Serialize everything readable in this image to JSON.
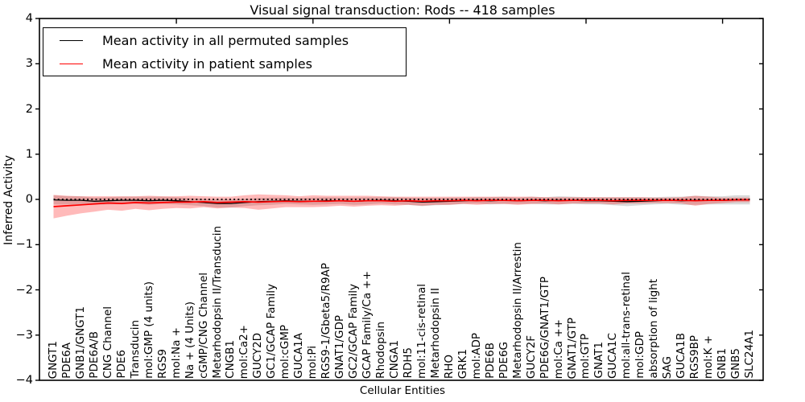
{
  "figure": {
    "title": "Visual signal transduction: Rods -- 418 samples",
    "xlabel": "Cellular Entities",
    "ylabel": "Inferred Activity"
  },
  "legend": {
    "entries": [
      {
        "label": "Mean activity in all permuted samples",
        "color": "#000000"
      },
      {
        "label": "Mean activity in patient samples",
        "color": "#ff0000"
      }
    ]
  },
  "colors": {
    "permuted_line": "#000000",
    "patient_line": "#ff0000",
    "permuted_band": "rgba(0,0,0,0.15)",
    "patient_band": "rgba(255,0,0,0.27)",
    "zero_line": "#000000",
    "axis": "#000000"
  },
  "chart_data": {
    "type": "line",
    "title": "Visual signal transduction: Rods -- 418 samples",
    "xlabel": "Cellular Entities",
    "ylabel": "Inferred Activity",
    "ylim": [
      -4,
      4
    ],
    "yticks": {
      "values": [
        4,
        3,
        2,
        1,
        0,
        -1,
        -2,
        -3,
        -4
      ],
      "labels": [
        "4",
        "3",
        "2",
        "1",
        "0",
        "−1",
        "−2",
        "−3",
        "−4"
      ]
    },
    "xticks_top_positions": [
      10,
      20,
      30,
      40,
      50
    ],
    "grid": false,
    "legend_position": "upper left",
    "zero_reference_line": {
      "y": 0,
      "style": "dotted",
      "color": "#000000"
    },
    "categories": [
      "GNGT1",
      "PDE6A",
      "GNB1/GNGT1",
      "PDE6A/B",
      "CNG Channel",
      "PDE6",
      "Transducin",
      "mol:GMP (4 units)",
      "RGS9",
      "mol:Na +",
      "Na + (4 Units)",
      "cGMP/CNG Channel",
      "Metarhodopsin II/Transducin",
      "CNGB1",
      "mol:Ca2+",
      "GUCY2D",
      "GC1/GCAP Family",
      "mol:cGMP",
      "GUCA1A",
      "mol:Pi",
      "RGS9-1/Gbeta5/R9AP",
      "GNAT1/GDP",
      "GC2/GCAP Family",
      "GCAP Family/Ca ++",
      "Rhodopsin",
      "CNGA1",
      "RDH5",
      "mol:11-cis-retinal",
      "Metarhodopsin II",
      "RHO",
      "GRK1",
      "mol:ADP",
      "PDE6B",
      "PDE6G",
      "Metarhodopsin II/Arrestin",
      "GUCY2F",
      "PDE6G/GNAT1/GTP",
      "mol:Ca ++",
      "GNAT1/GTP",
      "mol:GTP",
      "GNAT1",
      "GUCA1C",
      "mol:all-trans-retinal",
      "mol:GDP",
      "absorption of light",
      "SAG",
      "GUCA1B",
      "RGS9BP",
      "mol:K +",
      "GNB1",
      "GNB5",
      "SLC24A1"
    ],
    "series": [
      {
        "name": "Mean activity in all permuted samples",
        "color": "#000000",
        "values": [
          -0.01,
          -0.02,
          -0.02,
          -0.04,
          -0.03,
          -0.02,
          -0.02,
          -0.03,
          -0.02,
          -0.03,
          -0.05,
          -0.07,
          -0.09,
          -0.09,
          -0.07,
          -0.05,
          -0.04,
          -0.03,
          -0.04,
          -0.04,
          -0.03,
          -0.03,
          -0.04,
          -0.03,
          -0.02,
          -0.03,
          -0.04,
          -0.06,
          -0.05,
          -0.04,
          -0.03,
          -0.02,
          -0.03,
          -0.02,
          -0.03,
          -0.02,
          -0.03,
          -0.02,
          -0.02,
          -0.03,
          -0.03,
          -0.04,
          -0.05,
          -0.04,
          -0.03,
          -0.02,
          -0.03,
          -0.02,
          -0.02,
          -0.02,
          -0.01,
          -0.01
        ],
        "band_halfwidth": [
          0.1,
          0.09,
          0.09,
          0.08,
          0.08,
          0.08,
          0.08,
          0.09,
          0.08,
          0.08,
          0.08,
          0.08,
          0.09,
          0.09,
          0.08,
          0.08,
          0.08,
          0.07,
          0.07,
          0.08,
          0.08,
          0.07,
          0.08,
          0.08,
          0.07,
          0.08,
          0.08,
          0.09,
          0.08,
          0.08,
          0.07,
          0.07,
          0.08,
          0.08,
          0.07,
          0.08,
          0.08,
          0.09,
          0.08,
          0.08,
          0.08,
          0.09,
          0.1,
          0.09,
          0.08,
          0.08,
          0.09,
          0.1,
          0.09,
          0.09,
          0.1,
          0.1
        ]
      },
      {
        "name": "Mean activity in patient samples",
        "color": "#ff0000",
        "values": [
          -0.16,
          -0.14,
          -0.12,
          -0.1,
          -0.08,
          -0.09,
          -0.07,
          -0.08,
          -0.07,
          -0.06,
          -0.06,
          -0.05,
          -0.07,
          -0.06,
          -0.05,
          -0.06,
          -0.05,
          -0.04,
          -0.05,
          -0.04,
          -0.04,
          -0.03,
          -0.04,
          -0.03,
          -0.03,
          -0.04,
          -0.03,
          -0.04,
          -0.03,
          -0.03,
          -0.02,
          -0.03,
          -0.02,
          -0.02,
          -0.03,
          -0.02,
          -0.02,
          -0.03,
          -0.02,
          -0.02,
          -0.02,
          -0.03,
          -0.02,
          -0.02,
          -0.02,
          -0.02,
          -0.02,
          -0.03,
          -0.02,
          -0.02,
          -0.01,
          -0.01
        ],
        "band_halfwidth": [
          0.26,
          0.22,
          0.19,
          0.17,
          0.15,
          0.16,
          0.14,
          0.16,
          0.14,
          0.13,
          0.14,
          0.12,
          0.13,
          0.12,
          0.14,
          0.17,
          0.15,
          0.13,
          0.12,
          0.13,
          0.12,
          0.11,
          0.12,
          0.11,
          0.1,
          0.1,
          0.09,
          0.1,
          0.09,
          0.09,
          0.08,
          0.09,
          0.08,
          0.08,
          0.09,
          0.08,
          0.07,
          0.08,
          0.07,
          0.07,
          0.07,
          0.08,
          0.07,
          0.07,
          0.06,
          0.06,
          0.07,
          0.11,
          0.08,
          0.06,
          0.05,
          0.05
        ]
      }
    ]
  }
}
